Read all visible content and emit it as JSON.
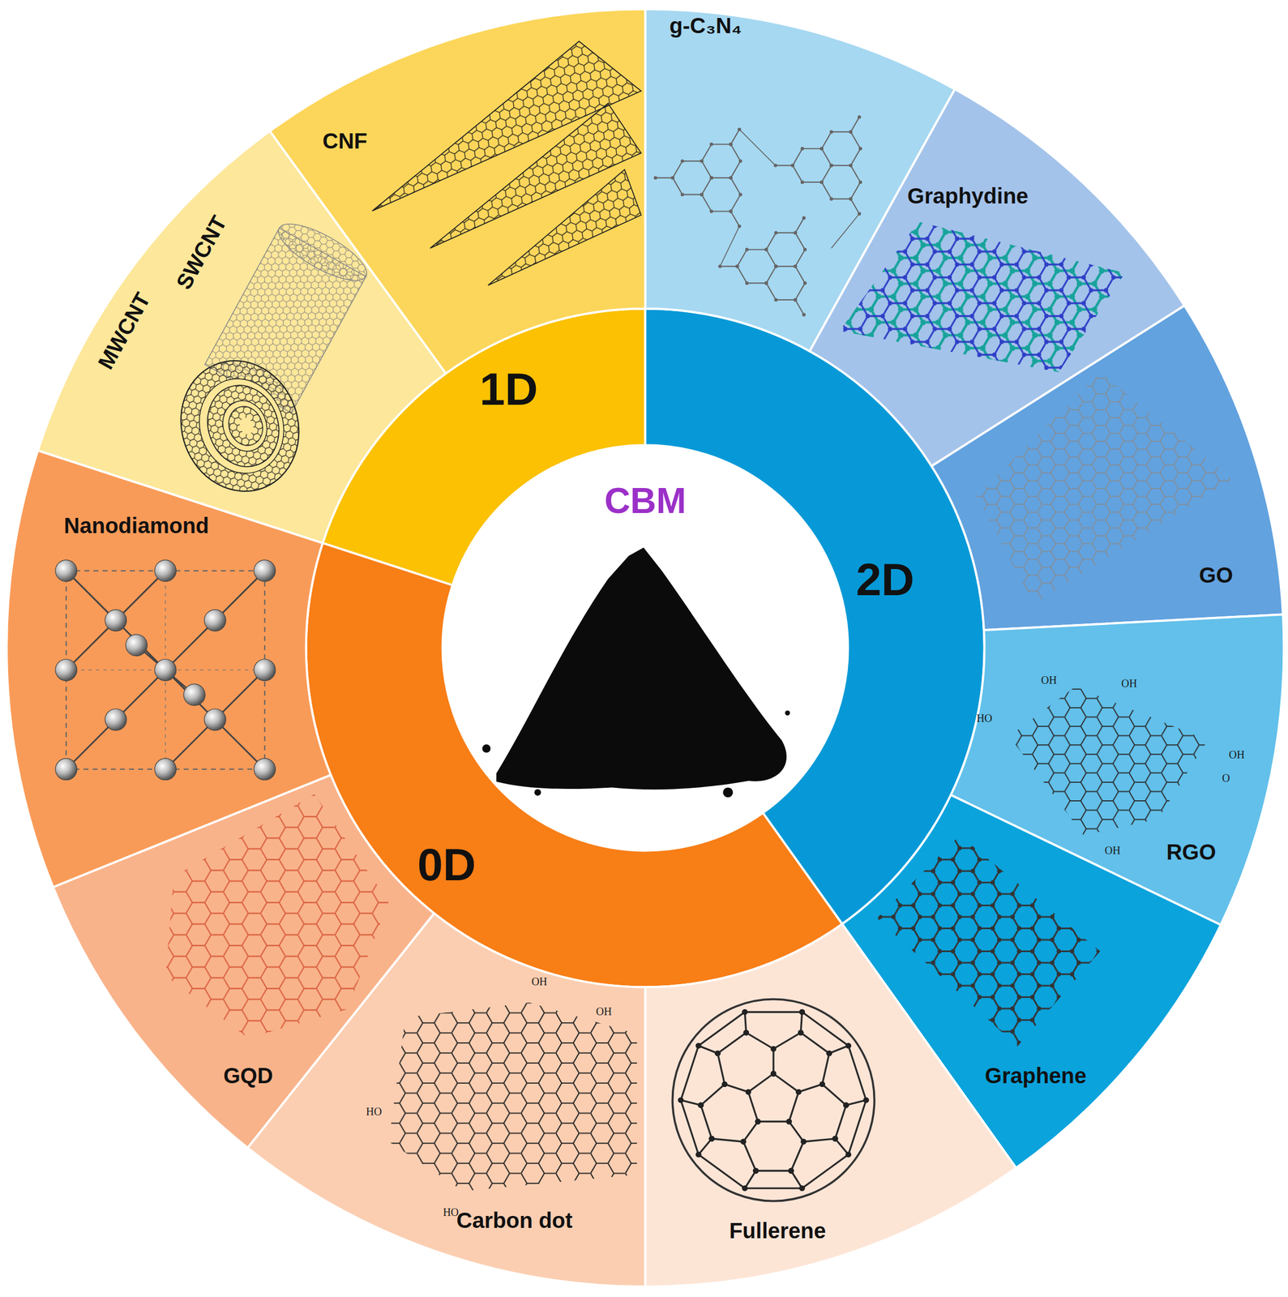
{
  "diagram": {
    "nodes": [
      {
        "text": [
          "CBM"
        ]
      },
      {
        "text": [
          "1D"
        ]
      },
      {
        "text": [
          "2D"
        ]
      },
      {
        "text": [
          "0D"
        ]
      },
      {
        "text": [
          "g-C₃N₄"
        ]
      },
      {
        "text": [
          "Graphydine"
        ]
      },
      {
        "text": [
          "GO"
        ]
      },
      {
        "text": [
          "RGO"
        ]
      },
      {
        "text": [
          "Graphene"
        ]
      },
      {
        "text": [
          "Fullerene"
        ]
      },
      {
        "text": [
          "Carbon dot"
        ]
      },
      {
        "text": [
          "GQD"
        ]
      },
      {
        "text": [
          "Nanodiamond"
        ]
      },
      {
        "text": [
          "SWCNT",
          "MWCNT"
        ]
      },
      {
        "text": [
          "CNF"
        ]
      }
    ],
    "labels": [
      "OH",
      "OH",
      "HO",
      "OH",
      "O",
      "OH",
      "OH",
      "OH",
      "HO",
      "HO"
    ]
  }
}
